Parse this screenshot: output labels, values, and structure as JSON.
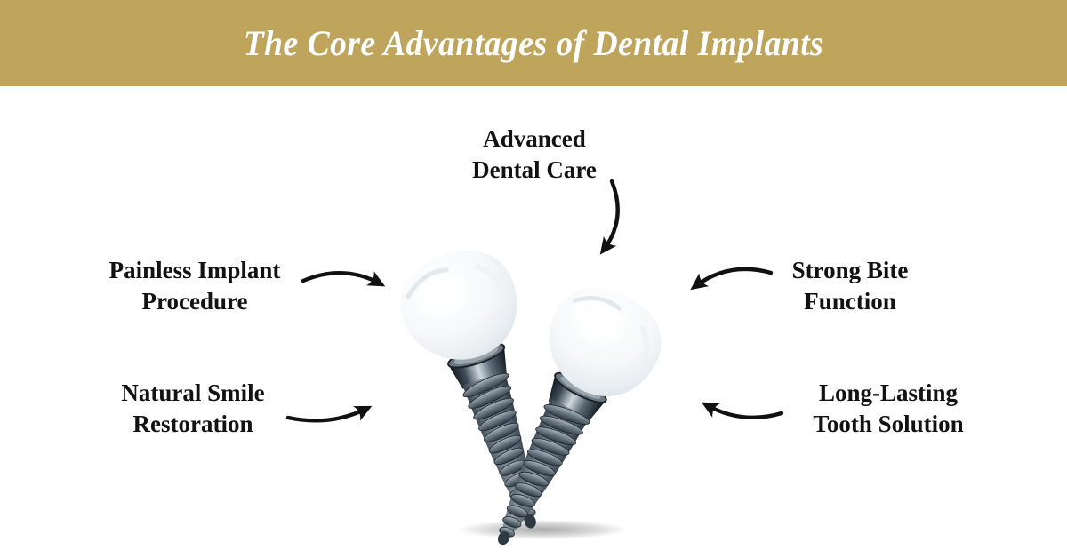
{
  "header": {
    "title": "The Core Advantages of Dental Implants",
    "background_color": "#bfa55c",
    "text_color": "#ffffff"
  },
  "callouts": {
    "top": {
      "line1": "Advanced",
      "line2": "Dental Care"
    },
    "left_top": {
      "line1": "Painless Implant",
      "line2": "Procedure"
    },
    "left_bottom": {
      "line1": "Natural Smile",
      "line2": "Restoration"
    },
    "right_top": {
      "line1": "Strong Bite",
      "line2": "Function"
    },
    "right_bottom": {
      "line1": "Long-Lasting",
      "line2": "Tooth Solution"
    }
  },
  "illustration": {
    "name": "two-dental-implants-with-crowns",
    "crown_color": "#f5f7f9",
    "crown_edge_color": "#d9e0e5",
    "collar_highlight_color": "#cfd8df",
    "screw_dark_color": "#2c3640",
    "screw_mid_color": "#6b7882",
    "screw_light_color": "#aab4bd",
    "shadow_color": "#8a8a8a"
  },
  "colors": {
    "banner_gold": "#bfa55c",
    "label_black": "#121212",
    "arrow_black": "#111111",
    "background": "#ffffff"
  }
}
